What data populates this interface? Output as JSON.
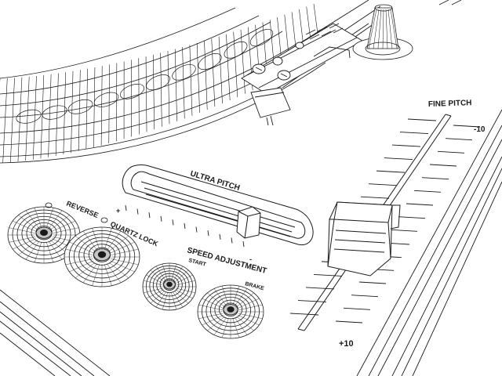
{
  "labels": {
    "fine_pitch": "FINE PITCH",
    "pitch_minus": "-10",
    "pitch_plus": "+10",
    "ultra_pitch": "ULTRA PITCH",
    "ultra_plus": "+",
    "ultra_minus": "-",
    "reverse": "REVERSE",
    "quartz_lock": "QUARTZ LOCK",
    "speed_adjustment": "SPEED ADJUSTMENT",
    "start": "START",
    "brake": "BRAKE"
  },
  "colors": {
    "ink": "#1a1a1a",
    "background": "#ffffff"
  },
  "icons": {
    "tonearm": "tonearm-headshell-icon",
    "platter": "platter-edge-icon",
    "knob": "wireframe-knob-icon",
    "fader": "pitch-fader-icon"
  }
}
